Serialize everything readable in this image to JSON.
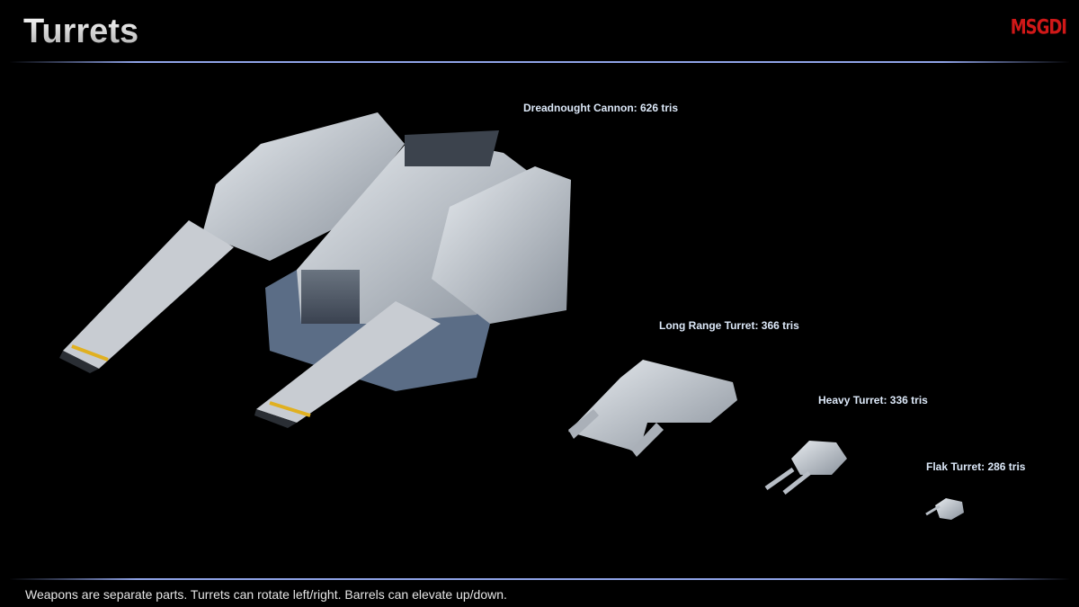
{
  "slide": {
    "title": "Turrets",
    "logo_text": "MSGDI",
    "footer": "Weapons are separate parts. Turrets can rotate left/right. Barrels can elevate up/down."
  },
  "turrets": [
    {
      "label": "Dreadnought Cannon: 626 tris"
    },
    {
      "label": "Long Range Turret: 366 tris"
    },
    {
      "label": "Heavy Turret: 336 tris"
    },
    {
      "label": "Flak Turret: 286 tris"
    }
  ],
  "colors": {
    "accent_rule": "#8ea2e6",
    "logo": "#d01818",
    "label": "#dce8f8"
  }
}
